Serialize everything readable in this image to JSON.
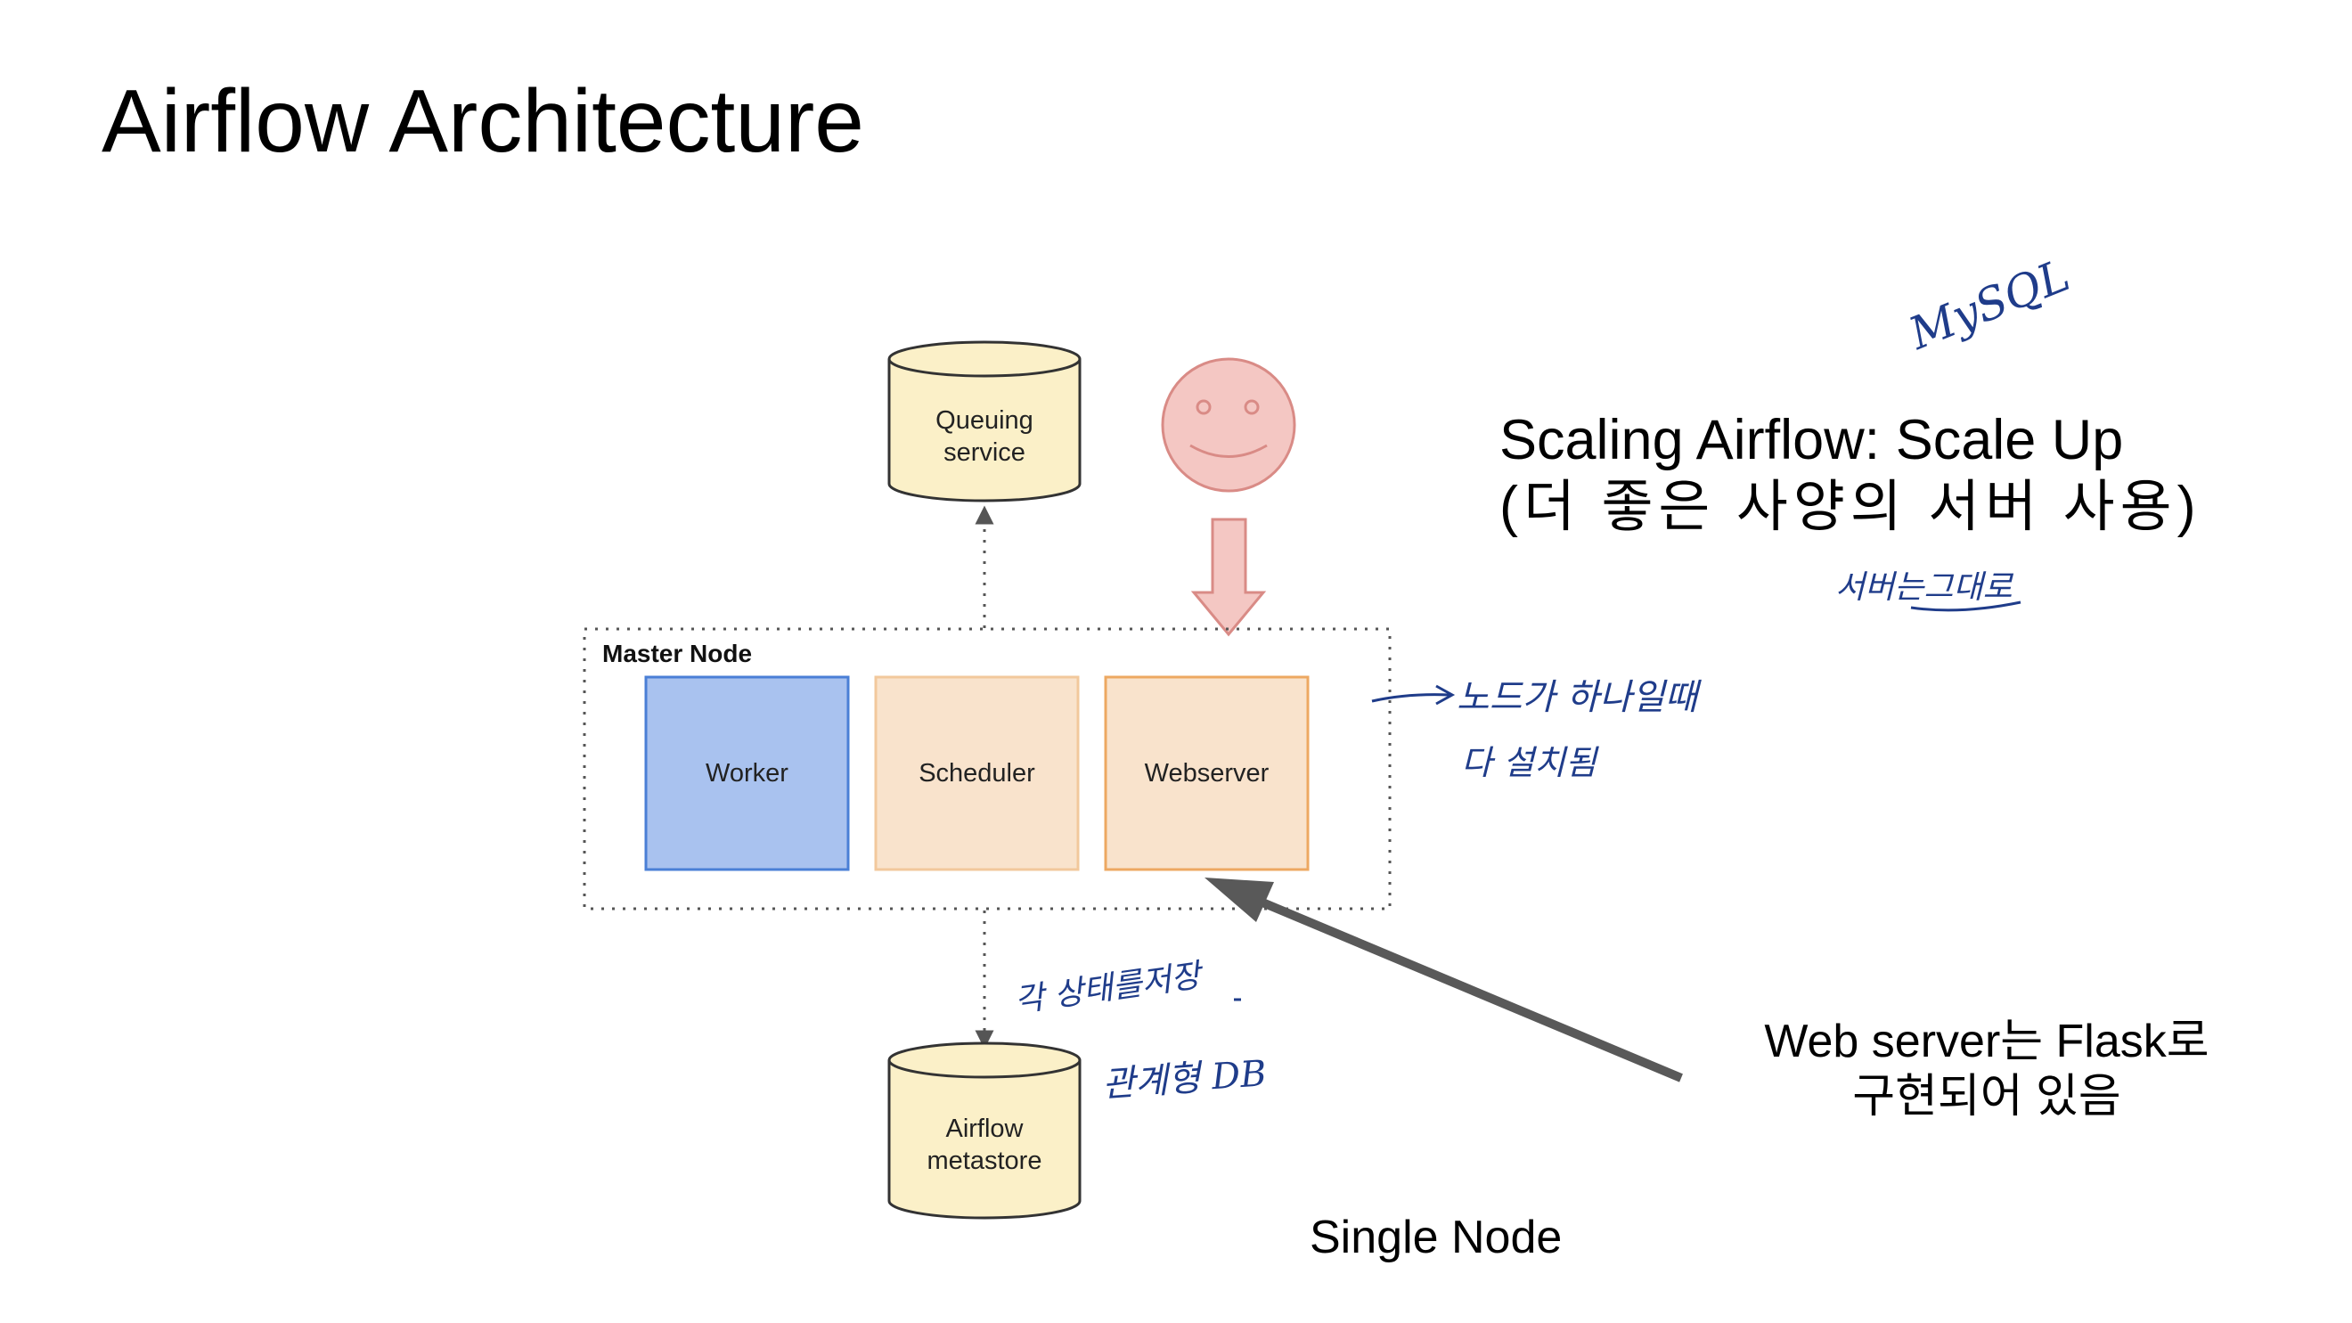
{
  "slide": {
    "title": "Airflow Architecture"
  },
  "diagram": {
    "queuing_service": "Queuing\nservice",
    "master_node_label": "Master Node",
    "worker_label": "Worker",
    "scheduler_label": "Scheduler",
    "webserver_label": "Webserver",
    "metastore_label": "Airflow\nmetastore",
    "caption": "Single Node"
  },
  "annotations": {
    "scale_up_title": "Scaling Airflow: Scale Up",
    "scale_up_subtitle": "(더 좋은 사양의 서버 사용)",
    "flask_note": "Web server는 Flask로\n구현되어 있음"
  },
  "handwritten_notes": {
    "mysql": "MySQL",
    "server_as_is": "서버는그대로",
    "one_node_line1": "노드가 하나일때",
    "one_node_line2": "다 설치됨",
    "state_storage": "각 상태를저장",
    "relational_db": "관계형 DB"
  },
  "colors": {
    "worker_fill": "#a9c2ef",
    "worker_stroke": "#4a7fd6",
    "orange_fill": "#f9e3cc",
    "orange_stroke": "#eda862",
    "db_fill": "#fbf0c8",
    "smiley_fill": "#f4c7c3",
    "smiley_stroke": "#d98b86",
    "arrow_gray": "#595959",
    "handwriting_blue": "#1f3c8a"
  }
}
